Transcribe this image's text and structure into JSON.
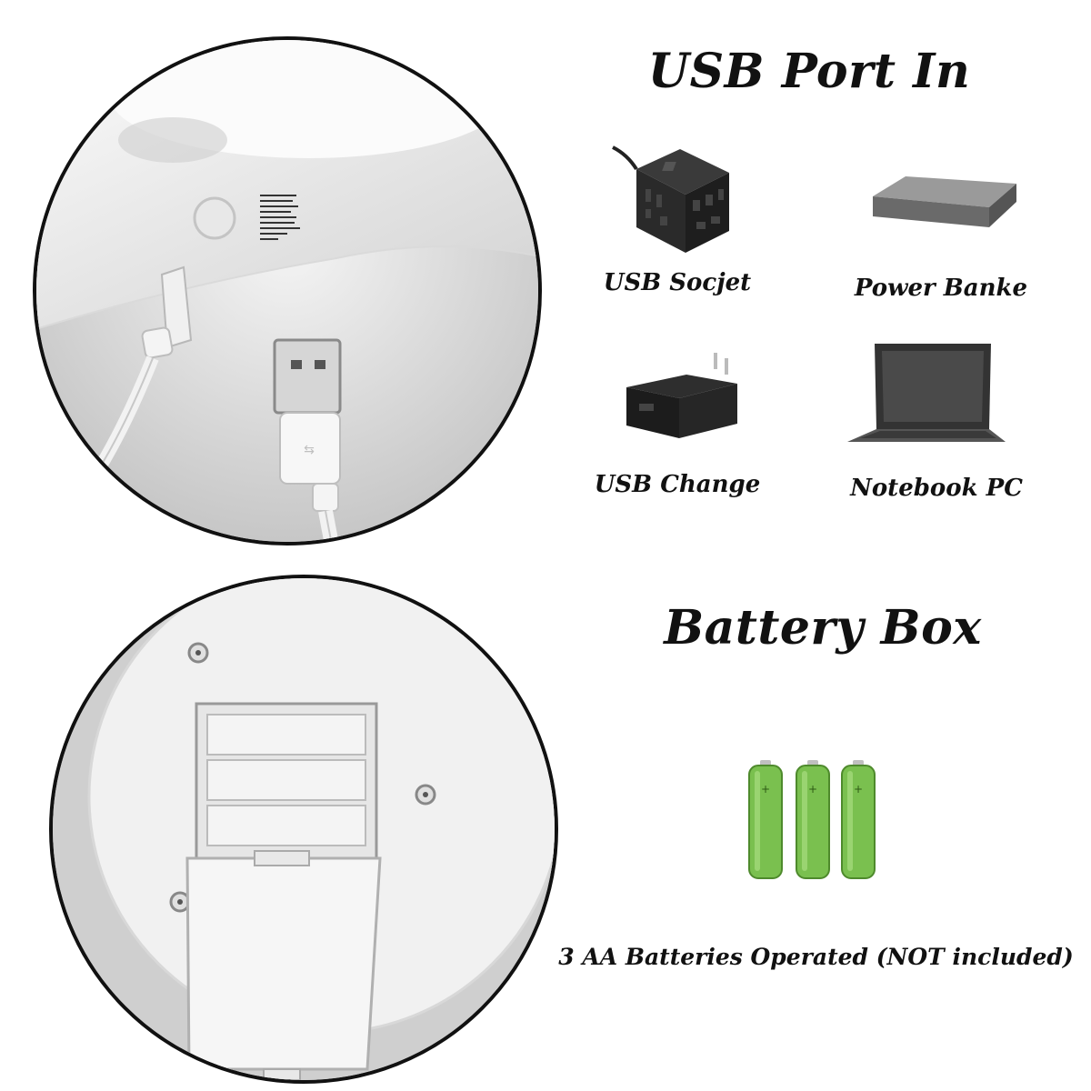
{
  "usb_section": {
    "title": "USB Port In",
    "photo_icon": "usb-cable-icon",
    "sources": [
      {
        "label": "USB Socjet",
        "icon": "power-strip-icon"
      },
      {
        "label": "Power Banke",
        "icon": "power-bank-icon"
      },
      {
        "label": "USB Change",
        "icon": "usb-adapter-icon"
      },
      {
        "label": "Notebook PC",
        "icon": "laptop-icon"
      }
    ]
  },
  "battery_section": {
    "title": "Battery Box",
    "photo_icon": "battery-compartment-icon",
    "battery_count": 3,
    "battery_color": "#7ac04f",
    "caption": "3 AA Batteries Operated (NOT included)"
  },
  "colors": {
    "text": "#111111",
    "border": "#111111",
    "device_white": "#f2f2f2",
    "device_dark": "#2a2a2a"
  }
}
